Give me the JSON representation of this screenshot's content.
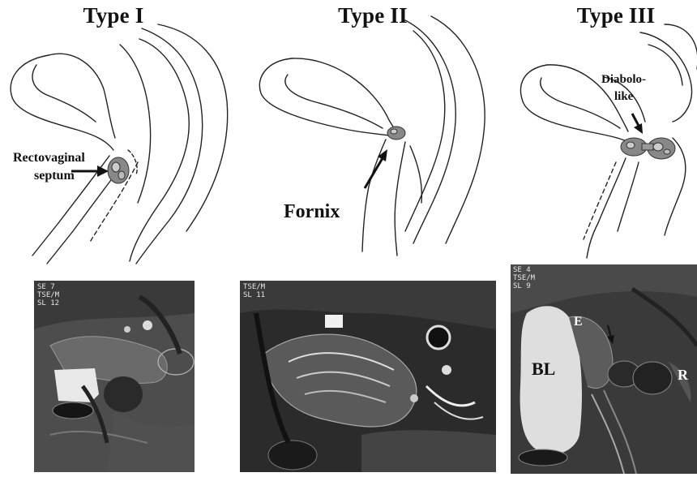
{
  "panels": {
    "type1": {
      "title": "Type I",
      "label_line1": "Rectovaginal",
      "label_line2": "septum"
    },
    "type2": {
      "title": "Type II",
      "label": "Fornix"
    },
    "type3": {
      "title": "Type III",
      "label_line1": "Diabolo-",
      "label_line2": "like"
    }
  },
  "mri": {
    "img1": {
      "tag_line1": "SE 7",
      "tag_line2": "TSE/M",
      "tag_line3": "SL 12"
    },
    "img2": {
      "tag_line1": "TSE/M",
      "tag_line2": "SL 11"
    },
    "img3": {
      "tag_line1": "SE 4",
      "tag_line2": "TSE/M",
      "tag_line3": "SL 9",
      "label_bl": "BL",
      "label_e": "E",
      "label_r": "R"
    }
  },
  "colors": {
    "line": "#222222",
    "lesion": "#555555",
    "mri_bg": "#1c1c1c"
  }
}
